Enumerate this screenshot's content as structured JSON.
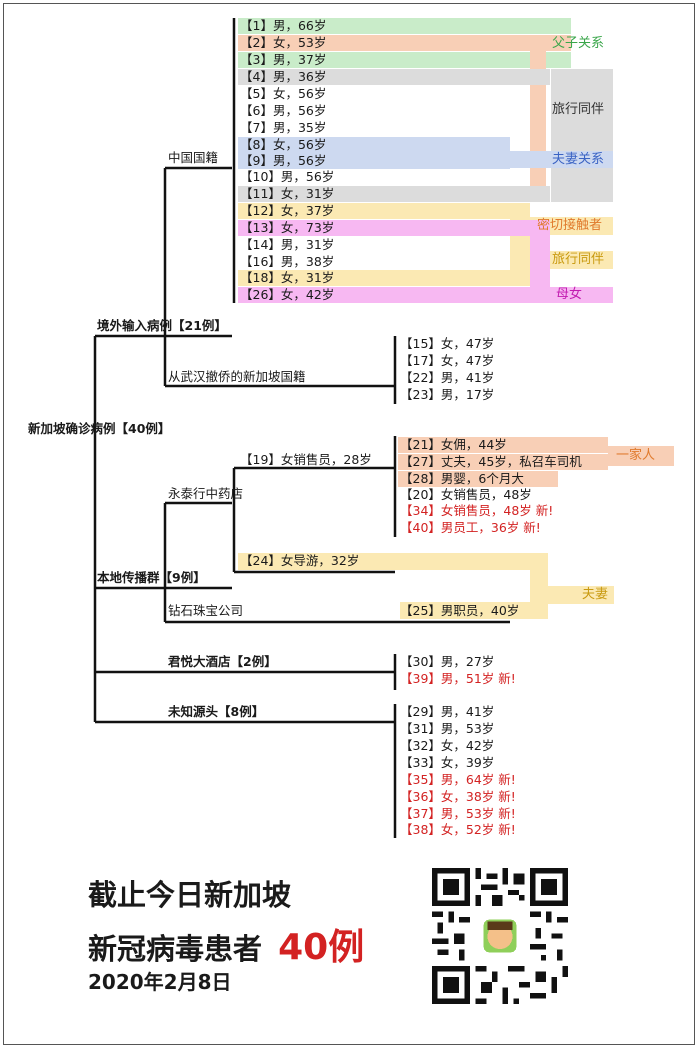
{
  "root": "新加坡确诊病例【40例】",
  "imported": {
    "title": "境外输入病例【21例】",
    "chinese": {
      "title": "中国国籍",
      "cases": [
        "【1】男，66岁",
        "【2】女，53岁",
        "【3】男，37岁",
        "【4】男，36岁",
        "【5】女，56岁",
        "【6】男，56岁",
        "【7】男，35岁",
        "【8】女，56岁",
        "【9】男，56岁",
        "【10】男，56岁",
        "【11】女，31岁",
        "【12】女，37岁",
        "【13】女，73岁",
        "【14】男，31岁",
        "【16】男，38岁",
        "【18】女，31岁",
        "【26】女，42岁"
      ]
    },
    "evacuee": {
      "title": "从武汉撤侨的新加坡国籍",
      "cases": [
        "【15】女，47岁",
        "【17】女，47岁",
        "【22】男，41岁",
        "【23】男，17岁"
      ]
    }
  },
  "relations": {
    "father_son": "父子关系",
    "travel1": "旅行同伴",
    "couple1": "夫妻关系",
    "close_contact": "密切接触者",
    "travel2": "旅行同伴",
    "mother_daughter": "母女",
    "family": "一家人",
    "couple2": "夫妻"
  },
  "local": {
    "title": "本地传播群【9例】",
    "yongtai": {
      "title": "永泰行中药店",
      "case19": "【19】女销售员，28岁",
      "cases": [
        {
          "text": "【21】女佣，44岁",
          "new": false
        },
        {
          "text": "【27】丈夫，45岁，私召车司机",
          "new": false
        },
        {
          "text": "【28】男婴，6个月大",
          "new": false
        },
        {
          "text": "【20】女销售员，48岁",
          "new": false
        },
        {
          "text": "【34】女销售员，48岁 新!",
          "new": true
        },
        {
          "text": "【40】男员工，36岁 新!",
          "new": true
        }
      ],
      "case24": "【24】女导游，32岁"
    },
    "jewelry": {
      "title": "钻石珠宝公司",
      "case25": "【25】男职员，40岁"
    }
  },
  "hotel": {
    "title": "君悦大酒店【2例】",
    "cases": [
      {
        "text": "【30】男，27岁",
        "new": false
      },
      {
        "text": "【39】男，51岁 新!",
        "new": true
      }
    ]
  },
  "unknown": {
    "title": "未知源头【8例】",
    "cases": [
      {
        "text": "【29】男，41岁",
        "new": false
      },
      {
        "text": "【31】男，53岁",
        "new": false
      },
      {
        "text": "【32】女，42岁",
        "new": false
      },
      {
        "text": "【33】女，39岁",
        "new": false
      },
      {
        "text": "【35】男，64岁 新!",
        "new": true
      },
      {
        "text": "【36】女，38岁 新!",
        "new": true
      },
      {
        "text": "【37】男，53岁 新!",
        "new": true
      },
      {
        "text": "【38】女，52岁 新!",
        "new": true
      }
    ]
  },
  "footer": {
    "line1": "截止今日新加坡",
    "line2": "新冠病毒患者",
    "count": "40例",
    "date": "2020年2月8日"
  },
  "colors": {
    "green": "#c9ecc9",
    "salmon": "#f8cfb6",
    "gray": "#dcdcdc",
    "blue": "#cdd9f0",
    "yellow": "#fbe9b3",
    "pink": "#f7b8f2",
    "red": "#d32222"
  }
}
